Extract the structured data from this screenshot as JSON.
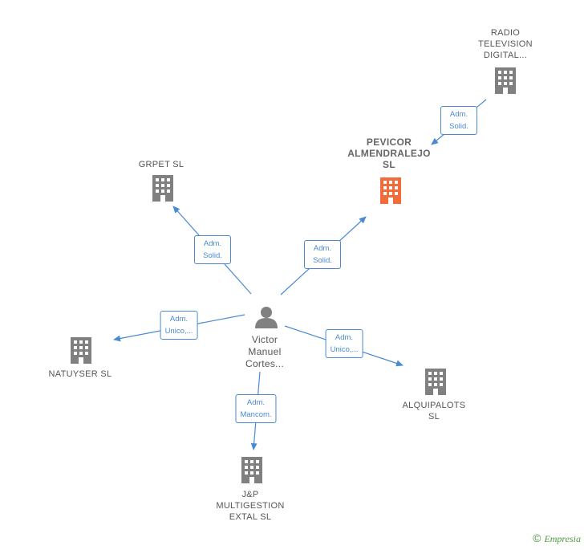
{
  "colors": {
    "edge": "#4a8ad4",
    "building": "#808080",
    "focus_building": "#f26b3a",
    "person": "#808080"
  },
  "nodes": [
    {
      "id": "person",
      "type": "person",
      "label": "Victor\nManuel\nCortes..."
    },
    {
      "id": "pevicor",
      "type": "building-focus",
      "label": "PEVICOR\nALMENDRALEJO\nSL"
    },
    {
      "id": "radio",
      "type": "building",
      "label": "RADIO\nTELEVISION\nDIGITAL..."
    },
    {
      "id": "grpet",
      "type": "building",
      "label": "GRPET  SL"
    },
    {
      "id": "natuyser",
      "type": "building",
      "label": "NATUYSER  SL"
    },
    {
      "id": "alquipalots",
      "type": "building",
      "label": "ALQUIPALOTS\nSL"
    },
    {
      "id": "jp",
      "type": "building",
      "label": "J&P\nMULTIGESTION\nEXTAL  SL"
    }
  ],
  "edges": [
    {
      "id": "e-grpet",
      "from": "person",
      "to": "grpet",
      "label": "Adm.\nSolid."
    },
    {
      "id": "e-pevicor",
      "from": "person",
      "to": "pevicor",
      "label": "Adm.\nSolid."
    },
    {
      "id": "e-radio",
      "from": "radio",
      "to": "pevicor",
      "label": "Adm.\nSolid."
    },
    {
      "id": "e-natuyser",
      "from": "person",
      "to": "natuyser",
      "label": "Adm.\nUnico,..."
    },
    {
      "id": "e-alquipalots",
      "from": "person",
      "to": "alquipalots",
      "label": "Adm.\nUnico,..."
    },
    {
      "id": "e-jp",
      "from": "person",
      "to": "jp",
      "label": "Adm.\nMancom."
    }
  ],
  "footer": {
    "copyright": "©",
    "brand": "Empresia"
  }
}
